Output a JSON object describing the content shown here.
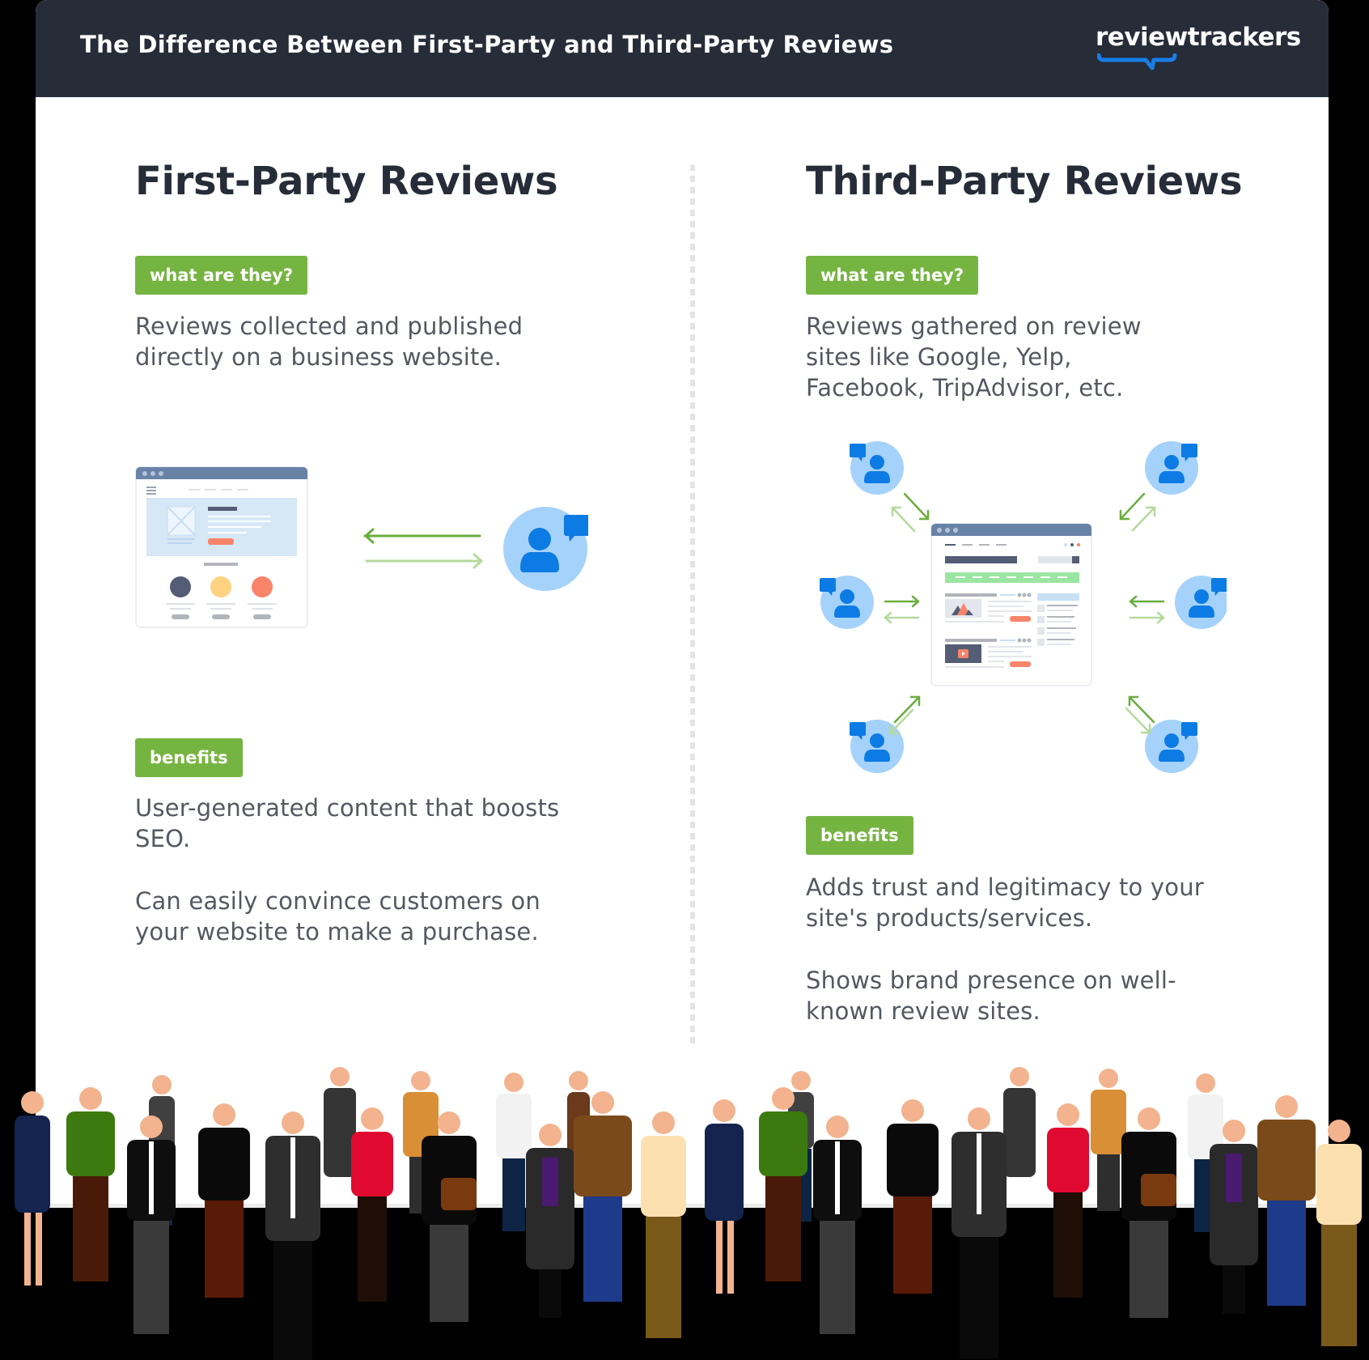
{
  "header": {
    "title": "The Difference Between First-Party and Third-Party Reviews",
    "logo_text": "reviewtrackers",
    "background_color": "#262c38",
    "logo_accent_color": "#1a7ee6"
  },
  "columns": [
    {
      "title": "First-Party Reviews",
      "what_badge": "what are they?",
      "what_text": "Reviews collected and published directly on a business website.",
      "benefits_badge": "benefits",
      "benefits": [
        "User-generated content that boosts SEO.",
        "Can easily convince customers on your website to make a purchase."
      ],
      "illustration": {
        "type": "website-to-user",
        "icons": [
          "browser-window-icon",
          "double-arrow-icon",
          "user-chat-icon"
        ]
      }
    },
    {
      "title": "Third-Party Reviews",
      "what_badge": "what are they?",
      "what_text": "Reviews gathered on review sites like Google, Yelp, Facebook, TripAdvisor, etc.",
      "benefits_badge": "benefits",
      "benefits": [
        "Adds trust and legitimacy to your site's products/services.",
        "Shows brand presence on well-known review sites."
      ],
      "illustration": {
        "type": "review-site-hub",
        "user_count": 6,
        "icons": [
          "review-site-browser-icon",
          "user-chat-icon",
          "double-arrow-icon"
        ]
      }
    }
  ],
  "colors": {
    "badge_green": "#76b442",
    "title_dark": "#262c38",
    "body_gray": "#545860",
    "user_blue": "#0d7be4",
    "user_circle": "#a5d2fb",
    "arrow_dark_green": "#6aad3d",
    "arrow_light_green": "#b5d99c"
  },
  "footer": {
    "illustration": "crowd-of-people"
  }
}
